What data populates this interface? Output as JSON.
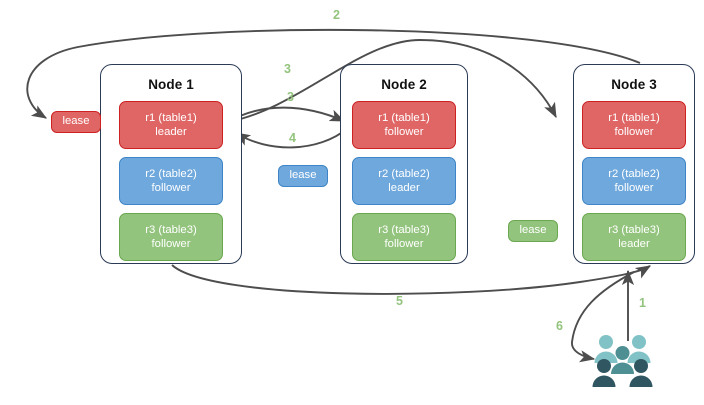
{
  "diagram": {
    "title": "Distributed database leaseholder / raft replica request flow",
    "colors": {
      "red": "#e06666",
      "red_border": "#cc2222",
      "blue": "#6fa8dc",
      "blue_border": "#3d85c6",
      "green": "#93c47d",
      "green_border": "#6aa84f",
      "node_border": "#2b3a55",
      "edge": "#4d4d4d",
      "label": "#93c47d",
      "users_back": "#80c2c6",
      "users_mid": "#4e8f93",
      "users_front": "#2f5661"
    }
  },
  "nodes": [
    {
      "id": "node-1",
      "title": "Node 1",
      "replicas": [
        {
          "id": "r1",
          "line1": "r1 (table1)",
          "line2": "leader",
          "color": "red"
        },
        {
          "id": "r2",
          "line1": "r2 (table2)",
          "line2": "follower",
          "color": "blue"
        },
        {
          "id": "r3",
          "line1": "r3 (table3)",
          "line2": "follower",
          "color": "green"
        }
      ]
    },
    {
      "id": "node-2",
      "title": "Node 2",
      "replicas": [
        {
          "id": "r1",
          "line1": "r1 (table1)",
          "line2": "follower",
          "color": "red"
        },
        {
          "id": "r2",
          "line1": "r2 (table2)",
          "line2": "leader",
          "color": "blue"
        },
        {
          "id": "r3",
          "line1": "r3 (table3)",
          "line2": "follower",
          "color": "green"
        }
      ]
    },
    {
      "id": "node-3",
      "title": "Node 3",
      "replicas": [
        {
          "id": "r1",
          "line1": "r1 (table1)",
          "line2": "follower",
          "color": "red"
        },
        {
          "id": "r2",
          "line1": "r2 (table2)",
          "line2": "follower",
          "color": "blue"
        },
        {
          "id": "r3",
          "line1": "r3 (table3)",
          "line2": "leader",
          "color": "green"
        }
      ]
    }
  ],
  "leases": [
    {
      "id": "lease-table1",
      "label": "lease",
      "color": "red"
    },
    {
      "id": "lease-table2",
      "label": "lease",
      "color": "blue"
    },
    {
      "id": "lease-table3",
      "label": "lease",
      "color": "green"
    }
  ],
  "edge_labels": [
    {
      "id": "step-1",
      "label": "1"
    },
    {
      "id": "step-2",
      "label": "2"
    },
    {
      "id": "step-3a",
      "label": "3"
    },
    {
      "id": "step-3b",
      "label": "3"
    },
    {
      "id": "step-4",
      "label": "4"
    },
    {
      "id": "step-5",
      "label": "5"
    },
    {
      "id": "step-6",
      "label": "6"
    }
  ],
  "actors": {
    "users_icon": "users-icon"
  }
}
